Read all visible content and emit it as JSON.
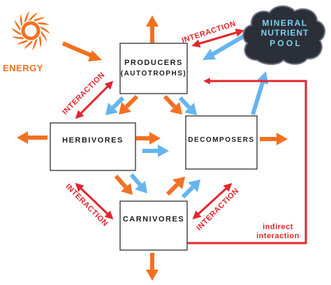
{
  "colors": {
    "flow_orange": "#f37021",
    "cycle_blue": "#64b5f0",
    "interaction_red": "#e3262b",
    "box_border": "#4a4a4a",
    "cloud_fill": "#2b2f38",
    "pool_text": "#7fd0f0"
  },
  "energy": {
    "label": "ENERGY",
    "icon": "sun-icon"
  },
  "boxes": {
    "producers": {
      "line1": "PRODUCERS",
      "line2": "(AUTOTROPHS)"
    },
    "herbivores": {
      "label": "HERBIVORES"
    },
    "decomposers": {
      "label": "DECOMPOSERS"
    },
    "carnivores": {
      "label": "CARNIVORES"
    }
  },
  "pool": {
    "line1": "MINERAL",
    "line2": "NUTRIENT",
    "line3": "P O O L",
    "icon": "cloud-icon"
  },
  "labels": {
    "interaction_top": "INTERACTION",
    "interaction_left": "INTERACTION",
    "interaction_bottom_left": "INTERACTION",
    "interaction_bottom_right": "INTERACTION",
    "indirect_line1": "indirect",
    "indirect_line2": "interaction"
  }
}
